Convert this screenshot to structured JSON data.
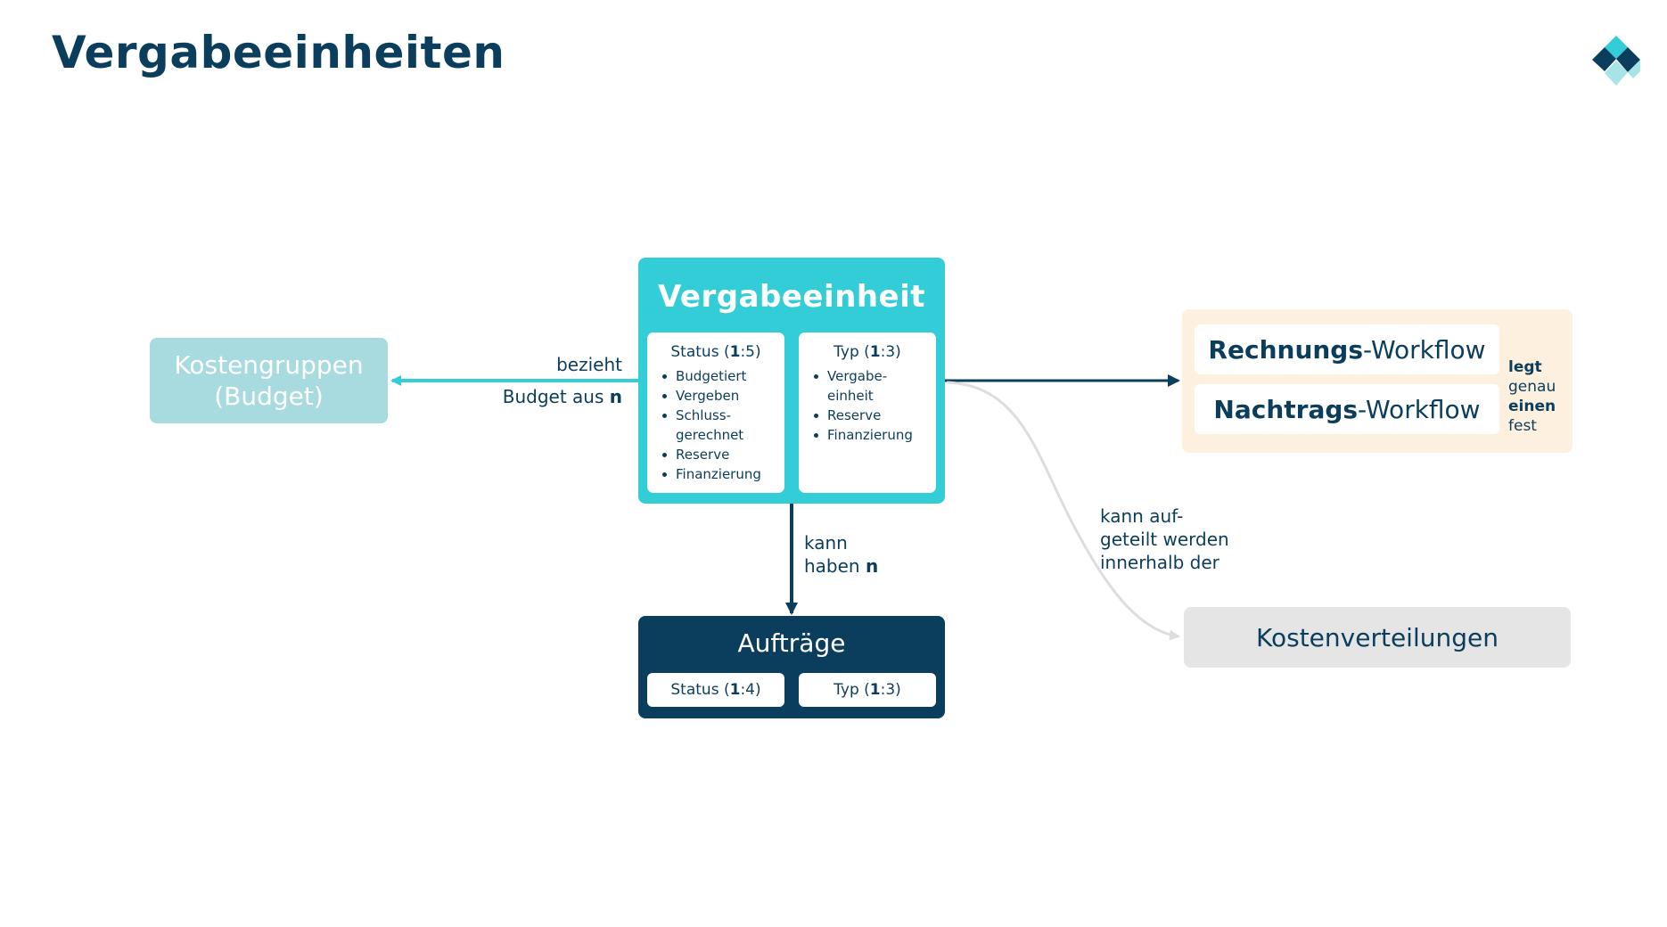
{
  "page": {
    "title": "Vergabeeinheiten"
  },
  "colors": {
    "navy": "#0b3d5c",
    "teal": "#32cdd6",
    "light_teal": "#a8dbe0",
    "cream": "#fdf0de",
    "gray_box": "#e5e5e5",
    "gray_line": "#dddddd"
  },
  "logo": {
    "icon": "diamond-logo-icon"
  },
  "nodes": {
    "kostengruppen": {
      "line1": "Kostengruppen",
      "line2": "(Budget)"
    },
    "vergabeeinheit": {
      "title": "Vergabeeinheit",
      "status": {
        "label": "Status (",
        "ratio_a": "1",
        "ratio_b": ":5)",
        "items": [
          "Budgetiert",
          "Vergeben",
          "Schluss-",
          "gerechnet",
          "Reserve",
          "Finanzierung"
        ]
      },
      "typ": {
        "label": "Typ (",
        "ratio_a": "1",
        "ratio_b": ":3)",
        "items": [
          "Vergabe-",
          "einheit",
          "Reserve",
          "Finanzierung"
        ]
      }
    },
    "auftraege": {
      "title": "Aufträge",
      "status": {
        "label": "Status (",
        "ratio_a": "1",
        "ratio_b": ":4)"
      },
      "typ": {
        "label": "Typ (",
        "ratio_a": "1",
        "ratio_b": ":3)"
      }
    },
    "workflows": {
      "rechnung_bold": "Rechnungs",
      "rechnung_rest": "-Workflow",
      "nachtrag_bold": "Nachtrags",
      "nachtrag_rest": "-Workflow",
      "note": {
        "l1": "legt",
        "l2": "genau",
        "l3": "einen",
        "l4": "fest"
      }
    },
    "kostenverteilungen": {
      "label": "Kostenverteilungen"
    }
  },
  "edges": {
    "bezieht": {
      "l1": "bezieht",
      "l2a": "Budget aus ",
      "l2b": "n"
    },
    "kann_haben": {
      "l1": "kann",
      "l2a": "haben ",
      "l2b": "n"
    },
    "aufgeteilt": {
      "l1": "kann auf-",
      "l2": "geteilt werden",
      "l3": "innerhalb der"
    }
  }
}
